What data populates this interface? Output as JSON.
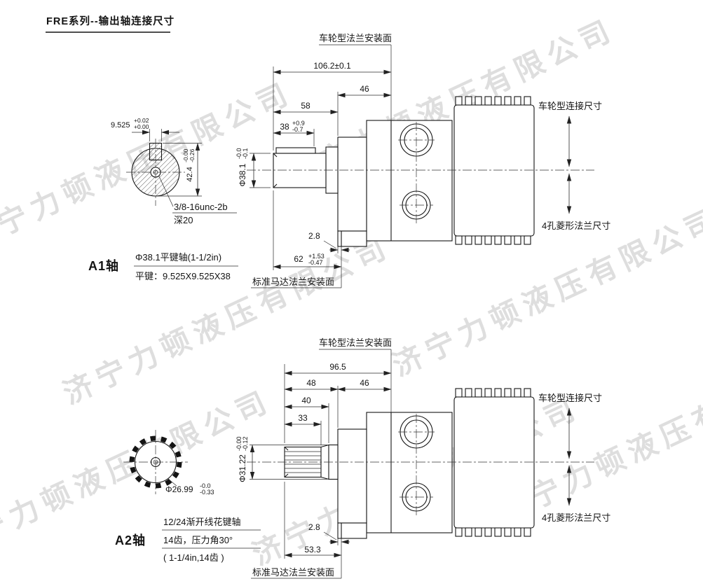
{
  "title": "FRE系列--输出轴连接尺寸",
  "watermark": "济宁力顿液压有限公司",
  "shared": {
    "wheel_flange_face": "车轮型法兰安装面",
    "wheel_conn_dim": "车轮型连接尺寸",
    "diamond_flange_dim": "4孔菱形法兰尺寸",
    "std_motor_face": "标准马达法兰安装面"
  },
  "a1": {
    "dim_overall": "106.2±0.1",
    "dim_46": "46",
    "dim_58": "58",
    "dim_key_len": {
      "v": "38",
      "up": "+0.9",
      "dn": "-0.7"
    },
    "shaft_dia": {
      "v": "Φ38.1",
      "up": "-0.0",
      "dn": "-0.1"
    },
    "key_width": {
      "v": "9.525",
      "up": "+0.02",
      "dn": "+0.00"
    },
    "key_height": {
      "v": "42.4",
      "up": "-0.00",
      "dn": "-0.26"
    },
    "thread": "3/8-16unc-2b",
    "thread_depth": "深20",
    "dim_step": "2.8",
    "dim_62": {
      "v": "62",
      "up": "+1.53",
      "dn": "-0.47"
    },
    "name": "A1轴",
    "spec1": "Φ38.1平键轴(1-1/2in)",
    "spec2": "平键：9.525X9.525X38"
  },
  "a2": {
    "dim_overall": "96.5",
    "dim_48": "48",
    "dim_46": "46",
    "dim_40": "40",
    "dim_33": "33",
    "shaft_dia": {
      "v": "Φ31.22",
      "up": "-0.00",
      "dn": "-0.12"
    },
    "spline_dia": {
      "v": "Φ26.99",
      "up": "-0.0",
      "dn": "-0.33"
    },
    "spline_type": "12/24渐开线花键轴",
    "name": "A2轴",
    "spec1": "14齿，压力角30°",
    "spec2": "( 1-1/4in,14齿 )",
    "dim_step": "2.8",
    "dim_533": "53.3"
  }
}
